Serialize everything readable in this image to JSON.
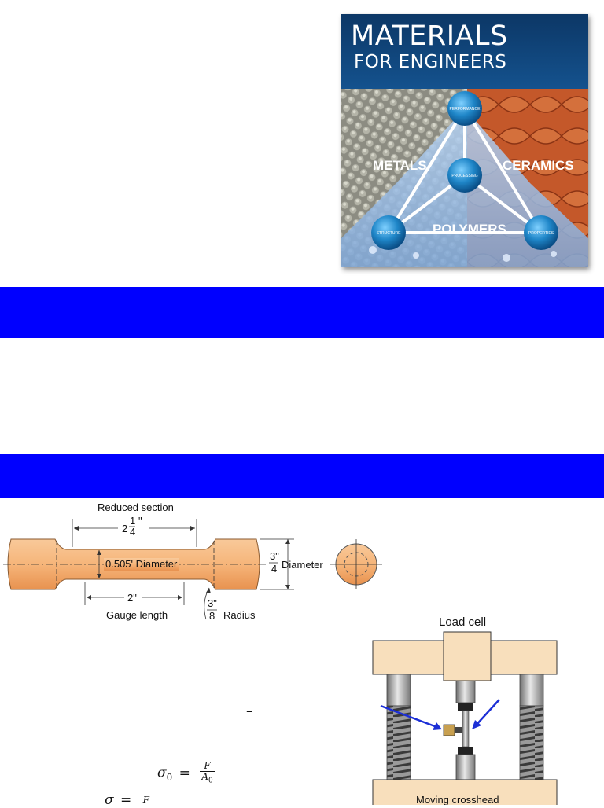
{
  "cover": {
    "title_line1": "MATERIALS",
    "title_line2": "FOR ENGINEERS",
    "label_metals": "METALS",
    "label_ceramics": "CERAMICS",
    "label_polymers": "POLYMERS",
    "node_performance": "PERFORMANCE",
    "node_processing": "PROCESSING",
    "node_structure": "STRUCTURE",
    "node_properties": "PROPERTIES"
  },
  "specimen": {
    "reduced_section": "Reduced section",
    "reduced_length_whole": "2",
    "reduced_length_num": "1",
    "reduced_length_den": "4",
    "reduced_length_unit": "\"",
    "diameter_label": "0.505' Diameter",
    "end_diameter_num": "3\"",
    "end_diameter_den": "4",
    "end_diameter_label": "Diameter",
    "gauge_value": "2\"",
    "gauge_label": "Gauge length",
    "radius_num": "3\"",
    "radius_den": "8",
    "radius_label": "Radius"
  },
  "rig": {
    "load_cell": "Load cell",
    "moving_crosshead": "Moving crosshead"
  },
  "equations": {
    "dash": "–",
    "eq1_lhs": "σ",
    "eq1_sub": "0",
    "eq1_eq": "=",
    "eq1_num": "F",
    "eq1_den": "A",
    "eq1_den_sub": "0",
    "eq2_lhs": "σ",
    "eq2_eq": "=",
    "eq2_num": "F"
  }
}
